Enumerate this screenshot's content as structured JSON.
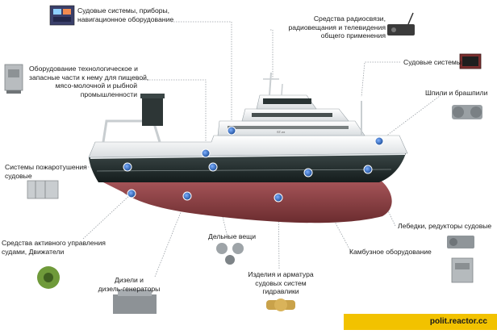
{
  "labels": {
    "navigation": "Судовые системы, приборы,\nнавигационное оборудование",
    "radio": "Средства радиосвязи,\nрадиовещания и телевидения\nобщего применения",
    "tech_equipment": "Оборудование технологическое и\nзапасные части к нему для пищевой,\nмясо-молочной и рыбной\nпромышленности",
    "ship_systems": "Судовые системы",
    "winches": "Шпили и брашпили",
    "fire": "Системы пожаротушения\nсудовые",
    "propulsion": "Средства активного управления\nсудами, Движатели",
    "deck_fittings": "Дельные вещи",
    "diesel": "Дизели и\nдизель-генераторы",
    "hydraulics": "Изделия и арматура\nсудовых систем\nгидравлики",
    "galley": "Камбузное оборудование",
    "reducers": "Лебедки, редукторы судовые"
  },
  "ship": {
    "hull_marking": "ST-xx"
  },
  "footer": {
    "site": "polit.reactor.cc"
  },
  "colors": {
    "hull_dark": "#1f2a2a",
    "hull_red": "#8a3b3e",
    "marker": "#2a5fa8",
    "leader": "#9aa0a6",
    "accent": "#f2c200"
  }
}
